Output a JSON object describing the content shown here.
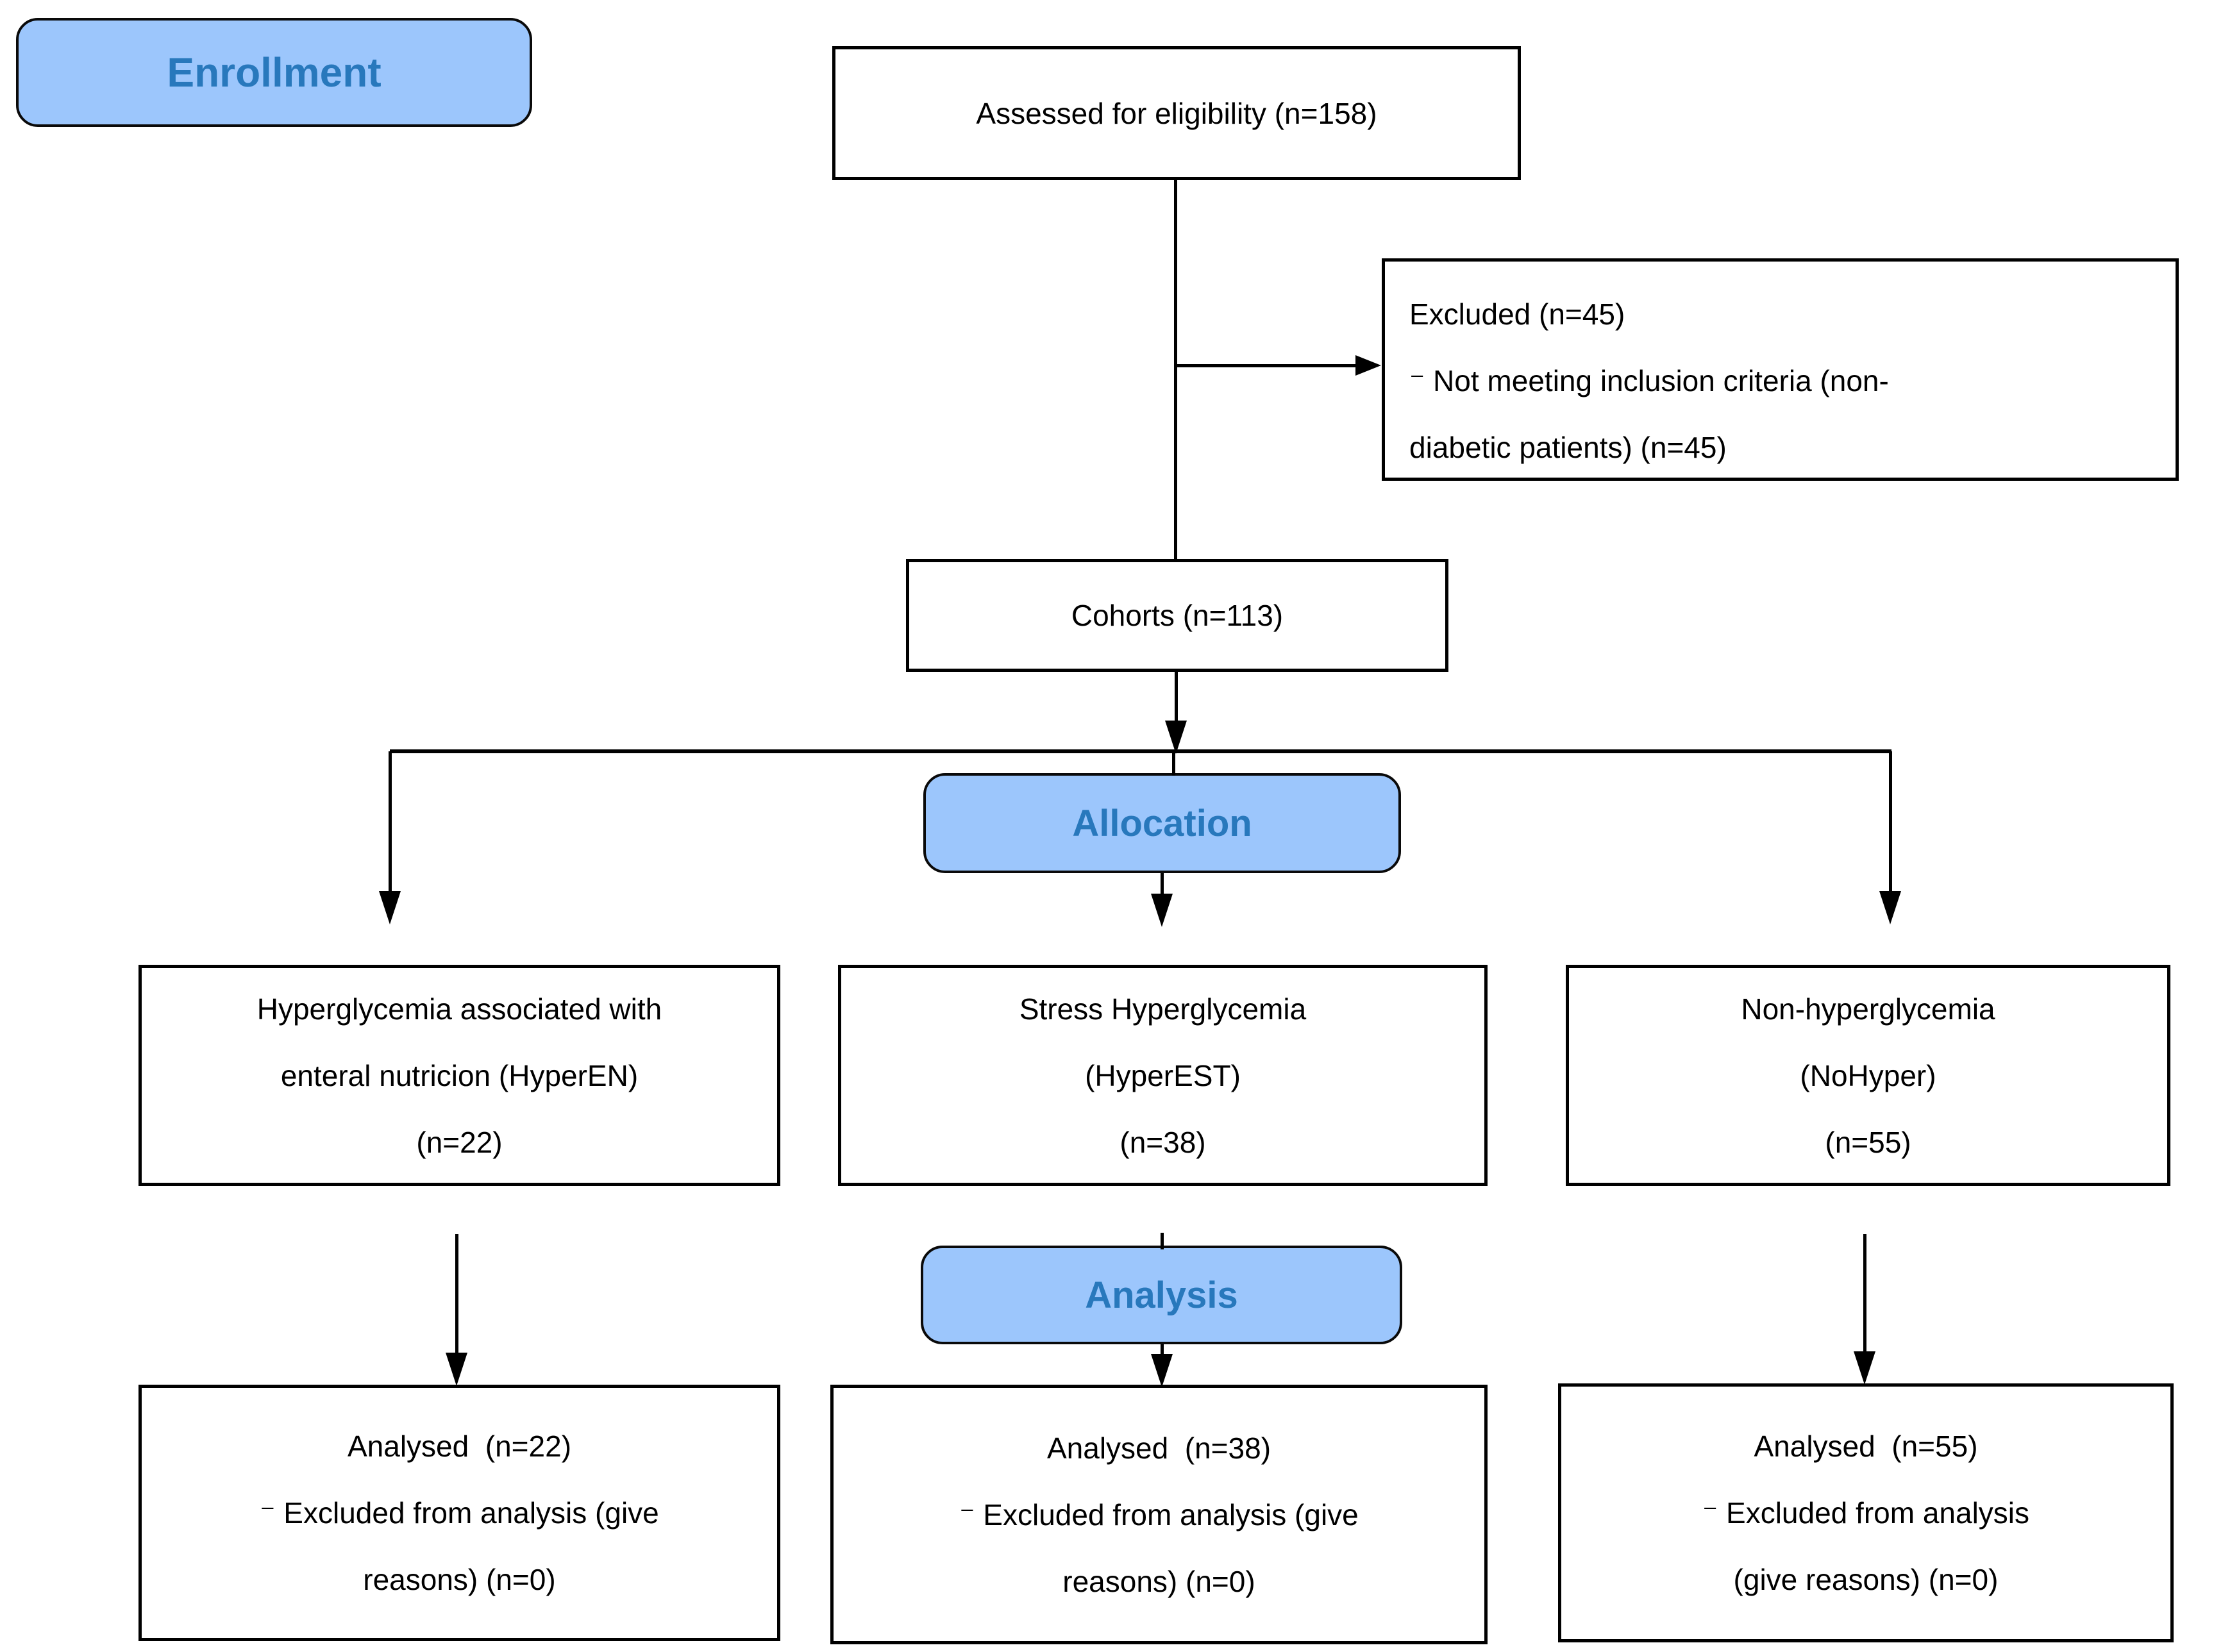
{
  "diagram": {
    "stages": {
      "enrollment": "Enrollment",
      "allocation": "Allocation",
      "analysis": "Analysis"
    },
    "assessed": {
      "text": "Assessed for eligibility (n=158)"
    },
    "excluded": {
      "lines": [
        "Excluded (n=45)",
        "⁻ Not meeting inclusion criteria (non-",
        "diabetic patients) (n=45)"
      ]
    },
    "cohorts": {
      "text": "Cohorts (n=113)"
    },
    "arms": [
      {
        "lines": [
          "Hyperglycemia associated with",
          "enteral nutricion (HyperEN)",
          "(n=22)"
        ]
      },
      {
        "lines": [
          "Stress Hyperglycemia",
          "(HyperEST)",
          "(n=38)"
        ]
      },
      {
        "lines": [
          "Non-hyperglycemia",
          "(NoHyper)",
          "(n=55)"
        ]
      }
    ],
    "analysed": [
      {
        "lines": [
          "Analysed  (n=22)",
          "⁻ Excluded from analysis (give",
          "reasons) (n=0)"
        ]
      },
      {
        "lines": [
          "Analysed  (n=38)",
          "⁻ Excluded from analysis (give",
          "reasons) (n=0)"
        ]
      },
      {
        "lines": [
          "Analysed  (n=55)",
          "⁻ Excluded from analysis",
          "(give reasons) (n=0)"
        ]
      }
    ],
    "colors": {
      "stage_fill": "#9CC6FC",
      "stage_text": "#2878BC",
      "line_color": "#000000"
    }
  }
}
